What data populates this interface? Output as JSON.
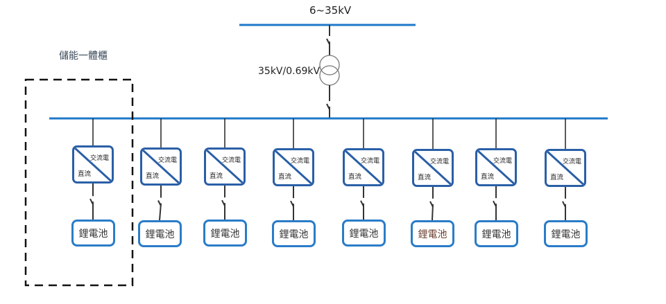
{
  "diagram": {
    "grid_voltage_label": "6~35kV",
    "transformer_label": "35kV/0.69kV",
    "cabinet_label": "儲能一體櫃",
    "colors": {
      "bus": "#1f78c8",
      "converter_border": "#2a5fa6",
      "battery_border": "#2a7cc8",
      "wire": "#222222",
      "cabinet_border": "#111111"
    },
    "branches": [
      {
        "converter": {
          "ac_label": "交流電",
          "dc_label": "直流"
        },
        "battery_label": "鋰電池",
        "in_cabinet": true
      },
      {
        "converter": {
          "ac_label": "交流電",
          "dc_label": "直流"
        },
        "battery_label": "鋰電池",
        "in_cabinet": false
      },
      {
        "converter": {
          "ac_label": "交流電",
          "dc_label": "直流"
        },
        "battery_label": "鋰電池",
        "in_cabinet": false
      },
      {
        "converter": {
          "ac_label": "交流電",
          "dc_label": "直流"
        },
        "battery_label": "鋰電池",
        "in_cabinet": false
      },
      {
        "converter": {
          "ac_label": "交流電",
          "dc_label": "直流"
        },
        "battery_label": "鋰電池",
        "in_cabinet": false
      },
      {
        "converter": {
          "ac_label": "交流電",
          "dc_label": "直流"
        },
        "battery_label": "鋰電池",
        "in_cabinet": false
      },
      {
        "converter": {
          "ac_label": "交流電",
          "dc_label": "直流"
        },
        "battery_label": "鋰電池",
        "in_cabinet": false
      },
      {
        "converter": {
          "ac_label": "交流電",
          "dc_label": "直流"
        },
        "battery_label": "鋰電池",
        "in_cabinet": false
      }
    ]
  }
}
